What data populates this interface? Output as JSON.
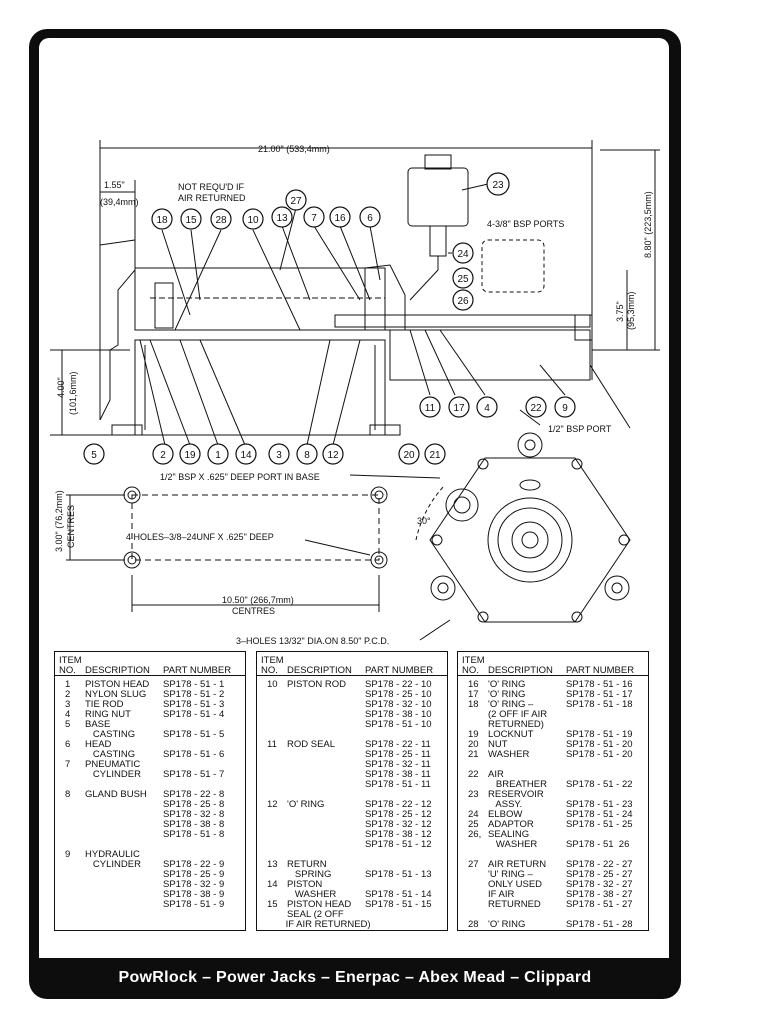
{
  "footer": {
    "brands": "PowRlock – Power Jacks – Enerpac – Abex Mead – Clippard"
  },
  "dimensions": {
    "overall_length": "21.00\"  (533,4mm)",
    "offset_in": "1.55\"",
    "offset_mm": "(39,4mm)",
    "height_total": "8.80\" (223,5mm)",
    "height_port": "3.75\"",
    "height_port_mm": "(95,3mm)",
    "base_height": "4.00\"",
    "base_height_mm": "(101,6mm)",
    "hole_spacing_v": "3.00\" (76,2mm)",
    "hole_spacing_v2": "CENTRES",
    "hole_spacing_h": "10.50\" (266,7mm)",
    "hole_spacing_h2": "CENTRES",
    "angle": "30°"
  },
  "callouts": {
    "not_required": "NOT REQU'D IF",
    "not_required2": "AIR RETURNED",
    "bsp_ports": "4-3/8\" BSP PORTS",
    "bsp_port_half": "1/2\" BSP PORT",
    "deep_port": "1/2\" BSP X .625\" DEEP PORT IN BASE",
    "four_holes": "4 HOLES–3/8–24UNF X .625\" DEEP",
    "three_holes": "3–HOLES 13/32\" DIA.ON 8.50\" P.C.D."
  },
  "balloons_top": [
    "18",
    "15",
    "28",
    "10",
    "13",
    "7",
    "16",
    "6",
    "27",
    "23",
    "24",
    "25",
    "26"
  ],
  "balloons_bottom": [
    "5",
    "2",
    "19",
    "1",
    "14",
    "3",
    "8",
    "12",
    "20",
    "21",
    "11",
    "17",
    "4",
    "22",
    "9"
  ],
  "table_headers": {
    "item": "ITEM",
    "no": "NO.",
    "description": "DESCRIPTION",
    "part": "PART NUMBER"
  },
  "table1": [
    [
      "1",
      "PISTON HEAD",
      "SP178 - 51 - 1"
    ],
    [
      "2",
      "NYLON SLUG",
      "SP178 - 51 - 2"
    ],
    [
      "3",
      "TIE ROD",
      "SP178 - 51 - 3"
    ],
    [
      "4",
      "RING NUT",
      "SP178 - 51 - 4"
    ],
    [
      "5",
      "BASE",
      ""
    ],
    [
      "",
      "   CASTING",
      "SP178 - 51 - 5"
    ],
    [
      "6",
      "HEAD",
      ""
    ],
    [
      "",
      "   CASTING",
      "SP178 - 51 - 6"
    ],
    [
      "7",
      "PNEUMATIC",
      ""
    ],
    [
      "",
      "   CYLINDER",
      "SP178 - 51 - 7"
    ],
    [
      "",
      "",
      " "
    ],
    [
      "8",
      "GLAND BUSH",
      "SP178 - 22 - 8"
    ],
    [
      "",
      "",
      "SP178 - 25 - 8"
    ],
    [
      "",
      "",
      "SP178 - 32 - 8"
    ],
    [
      "",
      "",
      "SP178 - 38 - 8"
    ],
    [
      "",
      "",
      "SP178 - 51 - 8"
    ],
    [
      "",
      "",
      " "
    ],
    [
      "9",
      "HYDRAULIC",
      ""
    ],
    [
      "",
      "   CYLINDER",
      "SP178 - 22 - 9"
    ],
    [
      "",
      "",
      "SP178 - 25 - 9"
    ],
    [
      "",
      "",
      "SP178 - 32 - 9"
    ],
    [
      "",
      "",
      "SP178 - 38 - 9"
    ],
    [
      "",
      "",
      "SP178 - 51 - 9"
    ]
  ],
  "table2": [
    [
      "10",
      "PISTON ROD",
      "SP178 - 22 - 10"
    ],
    [
      "",
      "",
      "SP178 - 25 - 10"
    ],
    [
      "",
      "",
      "SP178 - 32 - 10"
    ],
    [
      "",
      "",
      "SP178 - 38 - 10"
    ],
    [
      "",
      "",
      "SP178 - 51 - 10"
    ],
    [
      "",
      "",
      " "
    ],
    [
      "11",
      "ROD SEAL",
      "SP178 - 22 - 11"
    ],
    [
      "",
      "",
      "SP178 - 25 - 11"
    ],
    [
      "",
      "",
      "SP178 - 32 - 11"
    ],
    [
      "",
      "",
      "SP178 - 38 - 11"
    ],
    [
      "",
      "",
      "SP178 - 51 - 11"
    ],
    [
      "",
      "",
      " "
    ],
    [
      "12",
      "'O' RING",
      "SP178 - 22 - 12"
    ],
    [
      "",
      "",
      "SP178 - 25 - 12"
    ],
    [
      "",
      "",
      "SP178 - 32 - 12"
    ],
    [
      "",
      "",
      "SP178 - 38 - 12"
    ],
    [
      "",
      "",
      "SP178 - 51 - 12"
    ],
    [
      "",
      "",
      " "
    ],
    [
      "13",
      "RETURN",
      ""
    ],
    [
      "",
      "   SPRING",
      "SP178 - 51 - 13"
    ],
    [
      "14",
      "PISTON",
      ""
    ],
    [
      "",
      "   WASHER",
      "SP178 - 51 - 14"
    ],
    [
      "15",
      "PISTON HEAD",
      "SP178 - 51 - 15"
    ],
    [
      "",
      "SEAL (2 OFF",
      ""
    ],
    [
      "",
      "IF AIR RETURNED)",
      ""
    ]
  ],
  "table3": [
    [
      "16",
      "'O' RING",
      "SP178 - 51 - 16"
    ],
    [
      "17",
      "'O' RING",
      "SP178 - 51 - 17"
    ],
    [
      "18",
      "'O' RING –",
      "SP178 - 51 - 18"
    ],
    [
      "",
      "(2 OFF IF AIR",
      ""
    ],
    [
      "",
      "RETURNED)",
      ""
    ],
    [
      "19",
      "LOCKNUT",
      "SP178 - 51 - 19"
    ],
    [
      "20",
      "NUT",
      "SP178 - 51 - 20"
    ],
    [
      "21",
      "WASHER",
      "SP178 - 51 - 20"
    ],
    [
      "",
      "",
      " "
    ],
    [
      "22",
      "AIR",
      ""
    ],
    [
      "",
      "   BREATHER",
      "SP178 - 51 - 22"
    ],
    [
      "23",
      "RESERVOIR",
      ""
    ],
    [
      "",
      "   ASSY.",
      "SP178 - 51 - 23"
    ],
    [
      "24",
      "ELBOW",
      "SP178 - 51 - 24"
    ],
    [
      "25",
      "ADAPTOR",
      "SP178 - 51 - 25"
    ],
    [
      "26,",
      "SEALING",
      ""
    ],
    [
      "",
      "   WASHER",
      "SP178 - 51  26"
    ],
    [
      "",
      "",
      " "
    ],
    [
      "27",
      "AIR RETURN",
      "SP178 - 22 - 27"
    ],
    [
      "",
      "'U' RING –",
      "SP178 - 25 - 27"
    ],
    [
      "",
      "ONLY USED",
      "SP178 - 32 - 27"
    ],
    [
      "",
      "IF AIR",
      "SP178 - 38 - 27"
    ],
    [
      "",
      "RETURNED",
      "SP178 - 51 - 27"
    ],
    [
      "",
      "",
      " "
    ],
    [
      "28",
      "'O' RING",
      "SP178 - 51 - 28"
    ]
  ]
}
